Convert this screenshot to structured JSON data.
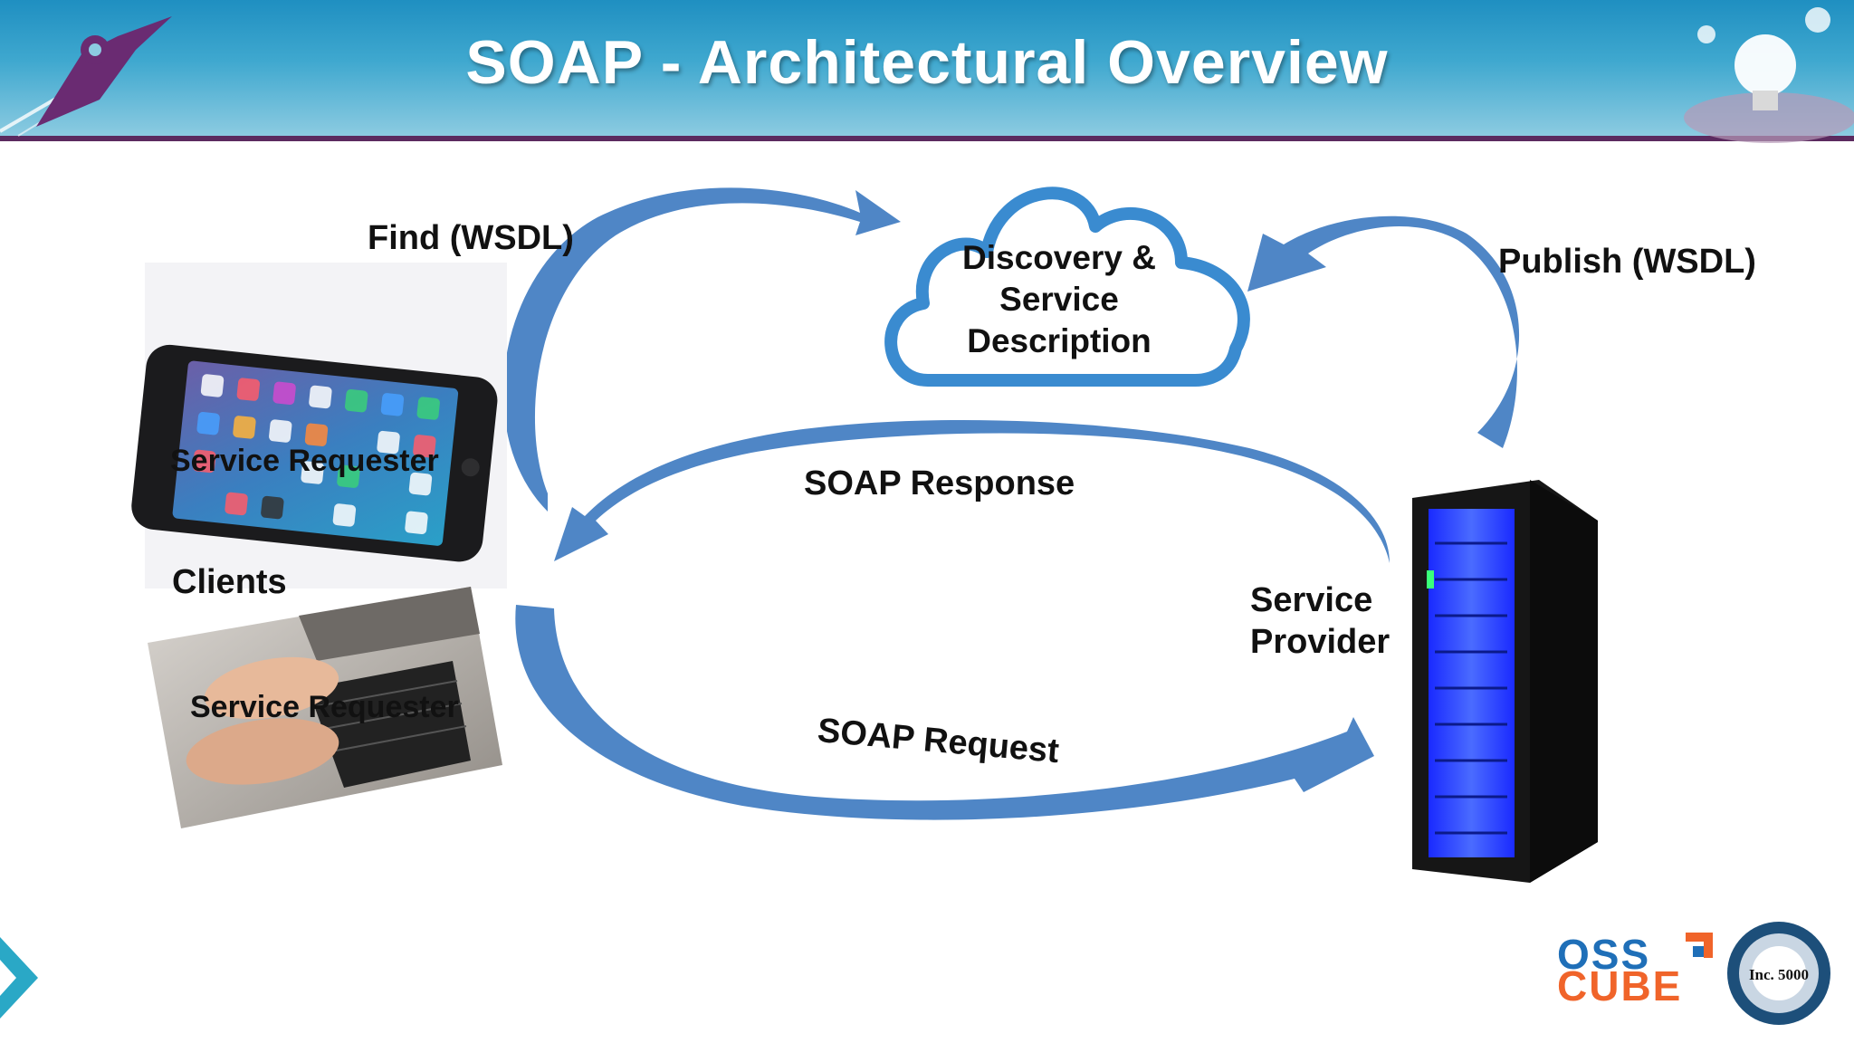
{
  "slide": {
    "title": "SOAP - Architectural Overview"
  },
  "diagram": {
    "find_label": "Find (WSDL)",
    "publish_label": "Publish (WSDL)",
    "registry": {
      "line1": "Discovery &",
      "line2": "Service",
      "line3": "Description"
    },
    "response_label": "SOAP Response",
    "request_label": "SOAP Request",
    "clients_label": "Clients",
    "requester_phone_label": "Service Requester",
    "requester_keyboard_label": "Service Requester",
    "provider": {
      "line1": "Service",
      "line2": "Provider"
    }
  },
  "branding": {
    "logo_line1": "OSS",
    "logo_line2": "CUBE",
    "badge_text": "Inc. 5000"
  },
  "colors": {
    "arrow_blue": "#4f86c6",
    "cloud_blue": "#3a8bd0",
    "header_blue": "#2a9ccb",
    "header_rule": "#5b2a5f",
    "logo_blue": "#1f6fb8",
    "logo_orange": "#f0642a"
  }
}
